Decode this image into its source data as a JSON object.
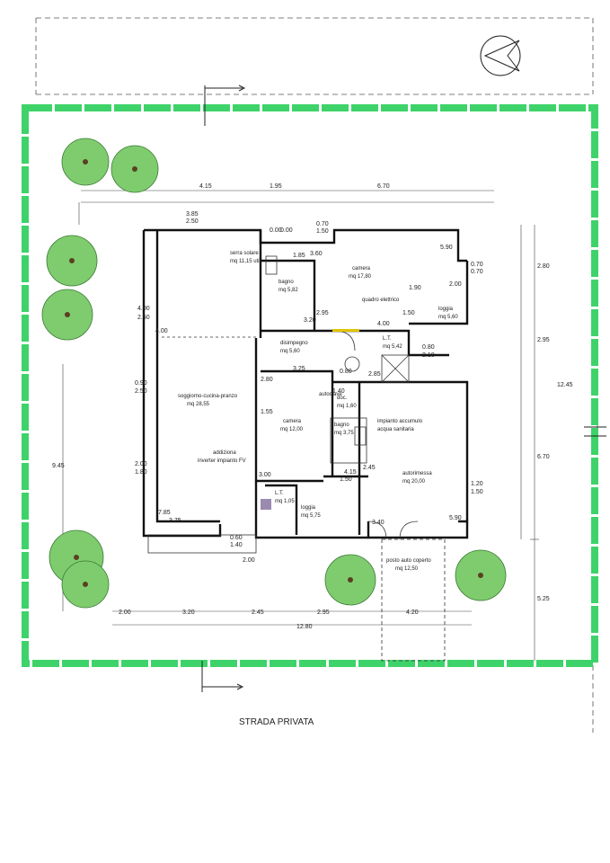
{
  "street_label": "STRADA PRIVATA",
  "colors": {
    "green_border": "#3ed36a",
    "wall": "#111111",
    "tree_green": "#6dbf62",
    "terrace_fill": "#ffffff"
  },
  "rooms": [
    {
      "name": "serra solare",
      "area": "mq 11,15 utili"
    },
    {
      "name": "soggiorno-cucina-pranzo",
      "area": "mq 28,55"
    },
    {
      "name": "addiziona",
      "area": "inverter impianto FV"
    },
    {
      "name": "bagno",
      "area": "mq 5,82"
    },
    {
      "name": "camera",
      "area": "mq 17,80"
    },
    {
      "name": "quadro elettrico",
      "area": ""
    },
    {
      "name": "disimpegno",
      "area": "mq 5,60"
    },
    {
      "name": "L.T.",
      "area": "mq 5,42"
    },
    {
      "name": "loggia",
      "area": "mq 5,60"
    },
    {
      "name": "camera",
      "area": "mq 12,00"
    },
    {
      "name": "doc.",
      "area": "mq 1,60"
    },
    {
      "name": "bagno",
      "area": "mq 3,75"
    },
    {
      "name": "L.T.",
      "area": "mq 1,05"
    },
    {
      "name": "loggia",
      "area": "mq 5,75"
    },
    {
      "name": "autorimessa",
      "area": "mq 20,00"
    },
    {
      "name": "impianto accumulo",
      "area": "acqua sanitaria"
    },
    {
      "name": "posto auto coperto",
      "area": "mq 12,50"
    },
    {
      "name": "autoclave",
      "area": ""
    }
  ],
  "dimensions": {
    "top": [
      "4.15",
      "1.95",
      "6.70"
    ],
    "right": [
      "2.80",
      "2.95",
      "12.45",
      "6.70",
      "5.25"
    ],
    "left": [
      "9.45"
    ],
    "bottom": [
      "2.00",
      "3.20",
      "2.45",
      "2.95",
      "4.20",
      "12.80"
    ],
    "interior": [
      "3.85",
      "2.50",
      "4.00",
      "2.50",
      "4.00",
      "0.90",
      "2.50",
      "2.00",
      "1.80",
      "7.85",
      "3.75",
      "3.60",
      "1.85",
      "0.70",
      "1.50",
      "5.90",
      "0.70",
      "0.70",
      "2.00",
      "1.90",
      "1.50",
      "4.00",
      "2.95",
      "0.80",
      "2.10",
      "3.20",
      "3.25",
      "2.80",
      "1.55",
      "1.40",
      "2.85",
      "4.15",
      "3.00",
      "2.45",
      "1.20",
      "1.50",
      "5.90",
      "3.40",
      "0.60",
      "1.40",
      "0.00",
      "0.00",
      "2.00",
      "1.50",
      "0.80"
    ]
  }
}
